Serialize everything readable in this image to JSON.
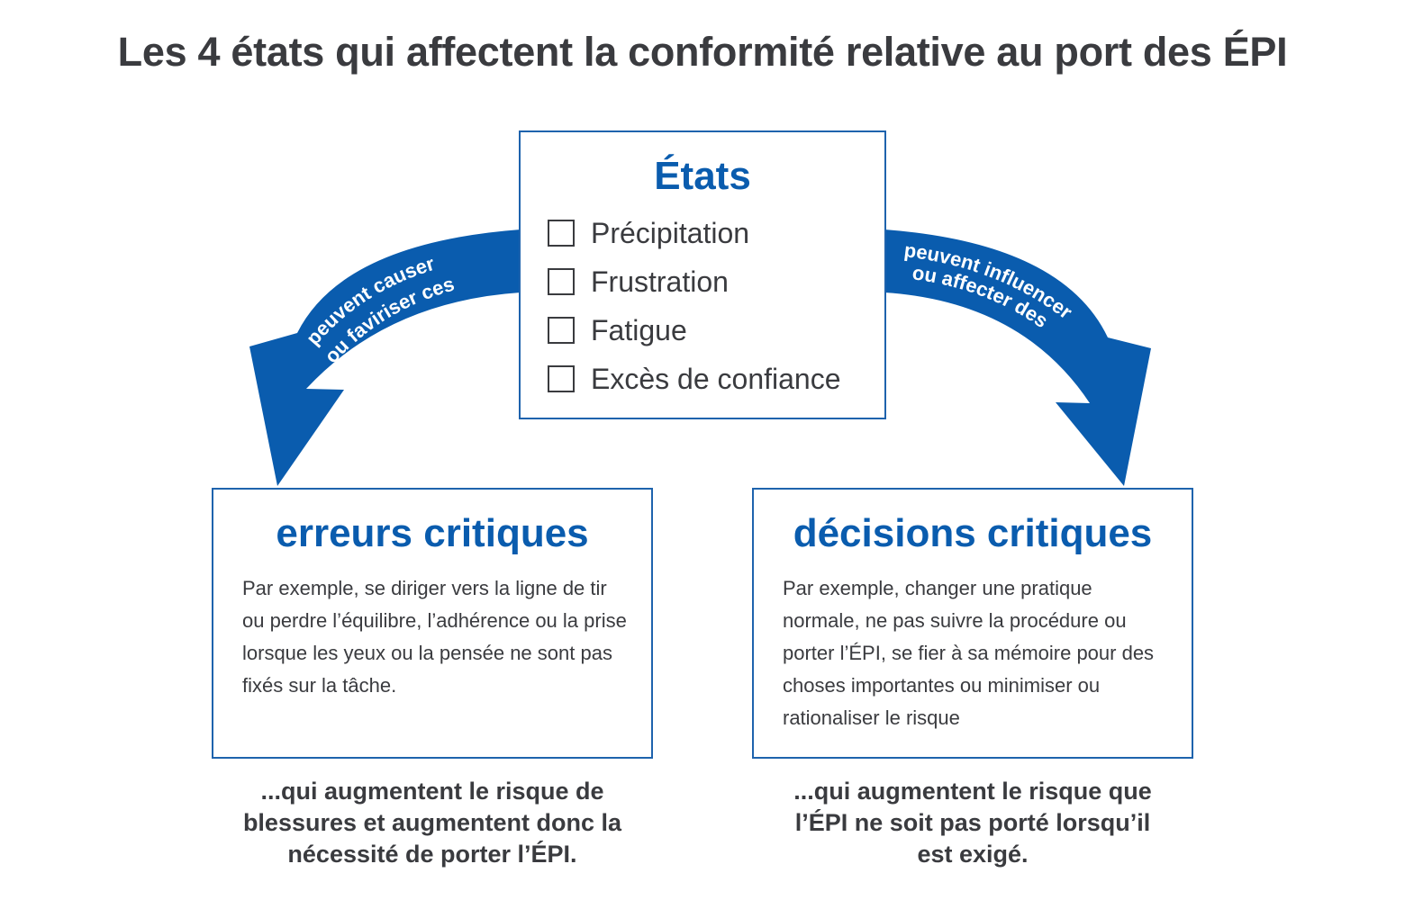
{
  "title": "Les 4 états qui affectent la conformité relative au port des ÉPI",
  "states_box": {
    "title": "États",
    "items": [
      {
        "label": "Précipitation",
        "checked": false
      },
      {
        "label": "Frustration",
        "checked": false
      },
      {
        "label": "Fatigue",
        "checked": false
      },
      {
        "label": "Excès de confiance",
        "checked": false
      }
    ]
  },
  "arrows": {
    "left": {
      "line1": "peuvent causer",
      "line2": "ou faviriser ces"
    },
    "right": {
      "line1": "peuvent influencer",
      "line2": "ou affecter des"
    }
  },
  "outcomes": {
    "left": {
      "title": "erreurs critiques",
      "text": "Par exemple, se diriger vers la ligne de tir ou perdre l’équilibre, l’adhérence ou la prise lorsque les yeux ou la pensée ne sont pas fixés sur la tâche.",
      "conclusion": "...qui augmentent le risque de blessures et augmentent donc la nécessité de porter l’ÉPI."
    },
    "right": {
      "title": "décisions critiques",
      "text": "Par exemple, changer une pratique normale, ne pas suivre la procédure ou porter l’ÉPI, se fier à sa mémoire pour des choses importantes ou minimiser ou rationaliser le risque",
      "conclusion": "...qui augmentent le risque que l’ÉPI ne soit pas porté lorsqu’il est exigé."
    }
  },
  "colors": {
    "accent_blue": "#0a5cae",
    "box_border": "#1e63ad",
    "text_dark": "#3a3b3f"
  }
}
